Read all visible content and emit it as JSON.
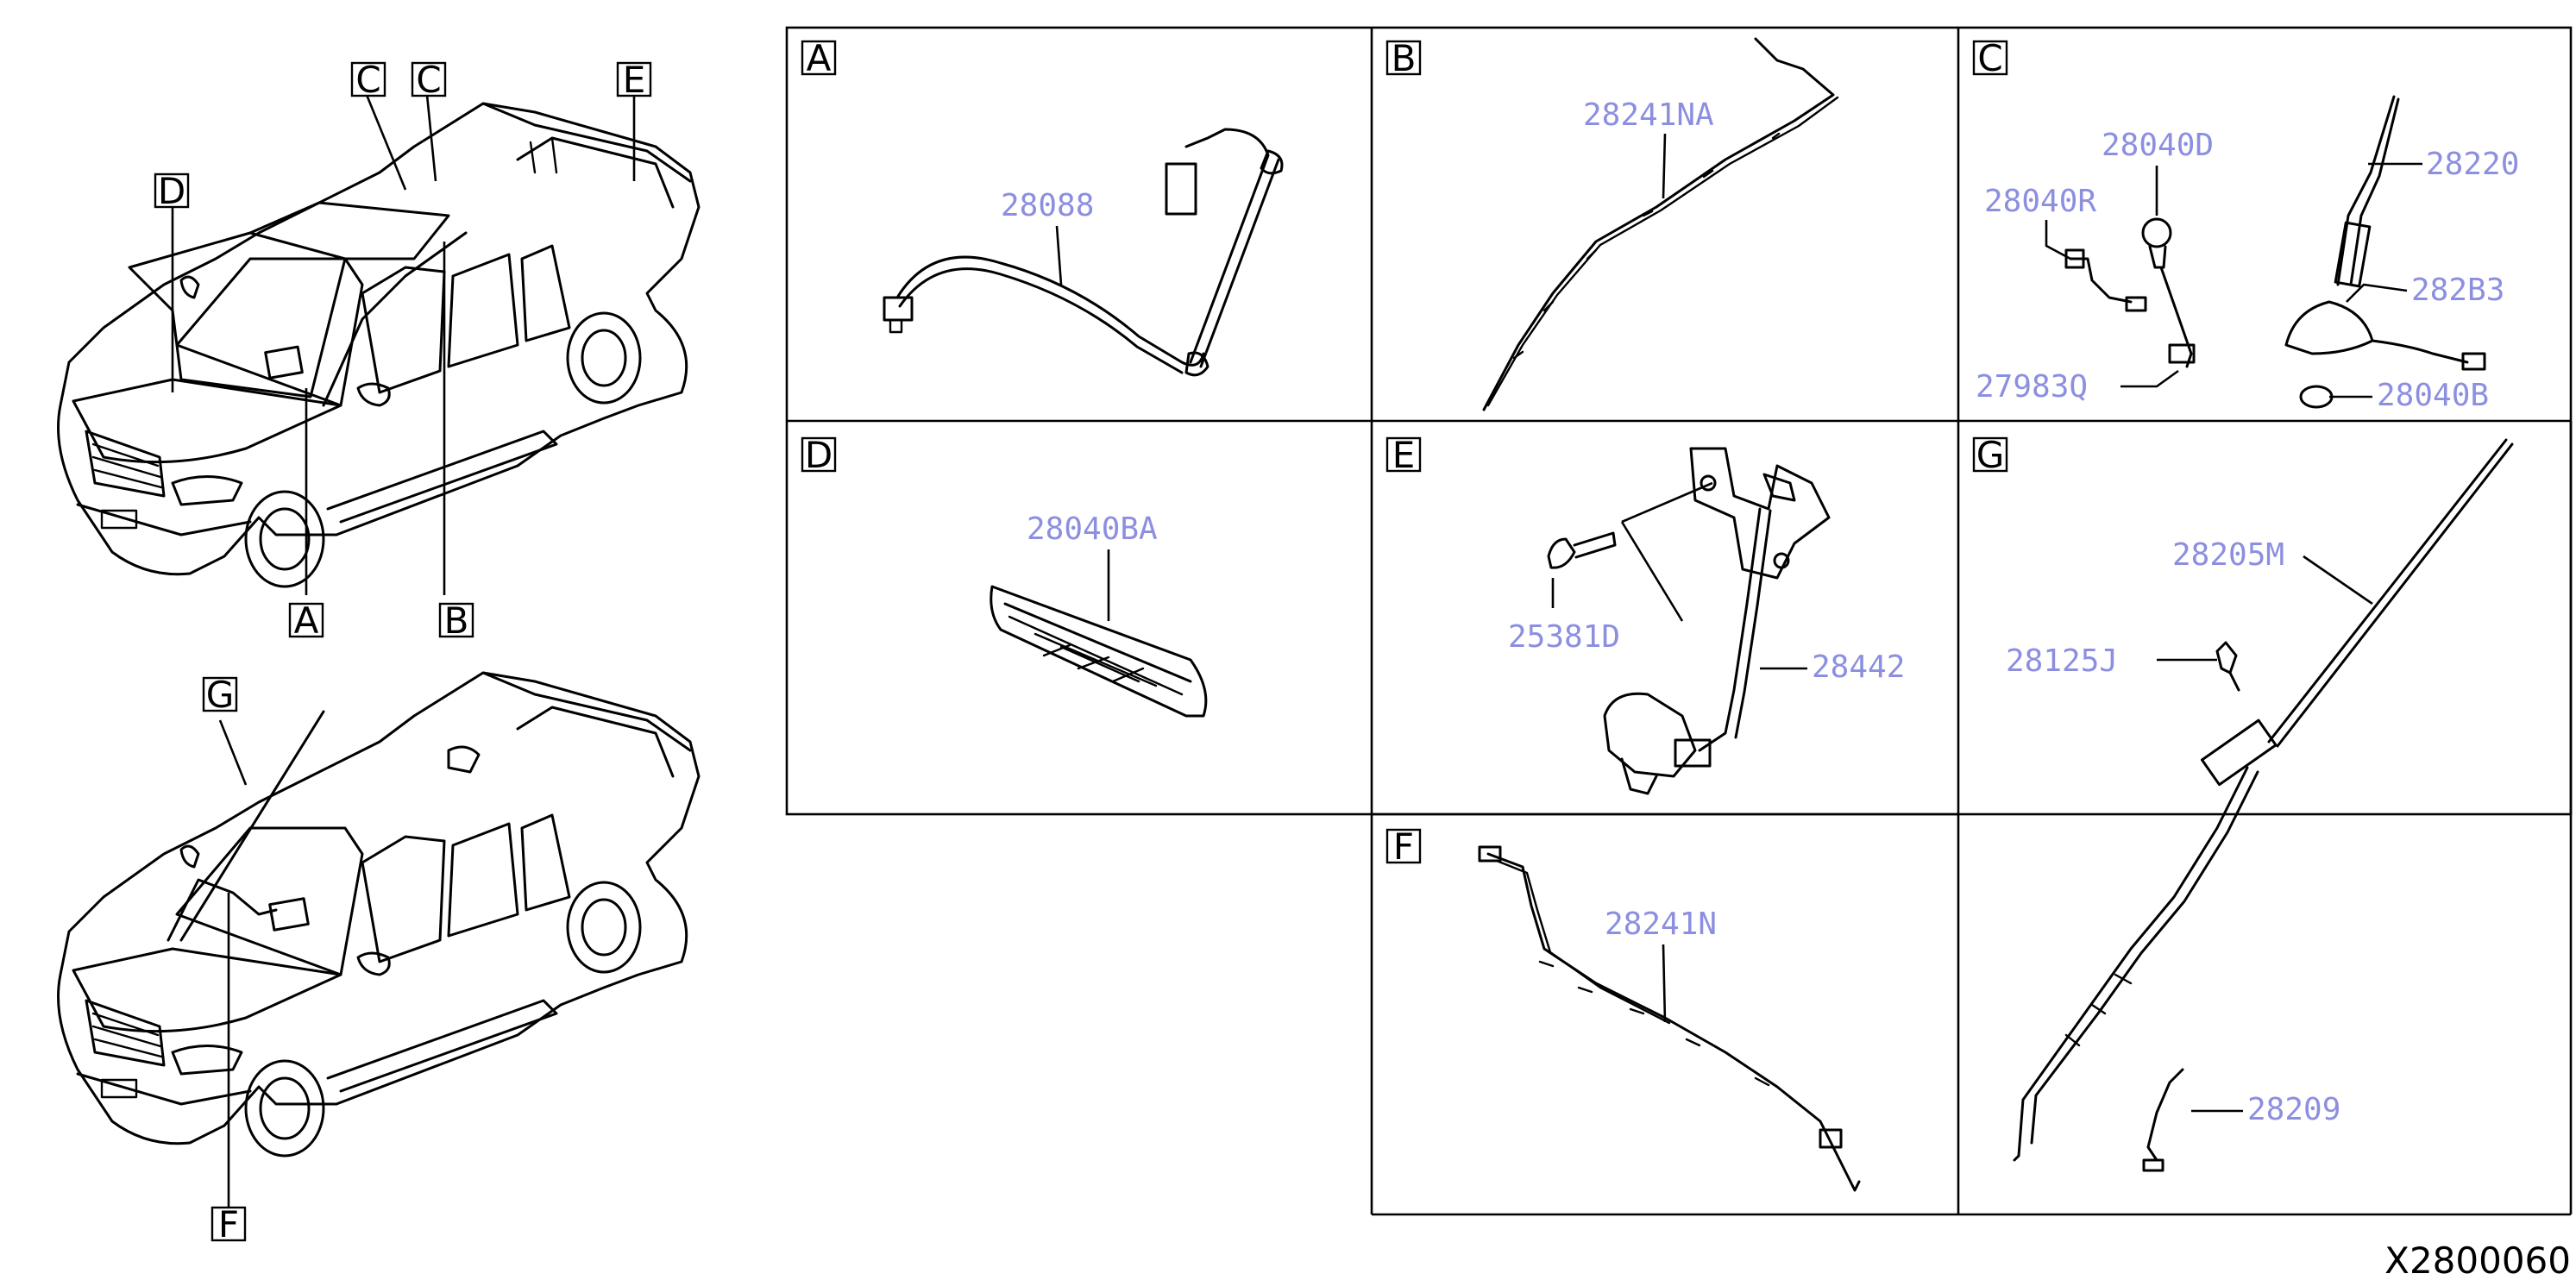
{
  "drawing_id": "X2800060",
  "callouts": {
    "A": "A",
    "B": "B",
    "C": "C",
    "D": "D",
    "E": "E",
    "F": "F",
    "G": "G"
  },
  "panels": {
    "A": {
      "label": "A",
      "parts": [
        "28088"
      ]
    },
    "B": {
      "label": "B",
      "parts": [
        "28241NA"
      ]
    },
    "C": {
      "label": "C",
      "parts": [
        "28040D",
        "28220",
        "28040R",
        "282B3",
        "27983Q",
        "28040B"
      ]
    },
    "D": {
      "label": "D",
      "parts": [
        "28040BA"
      ]
    },
    "E": {
      "label": "E",
      "parts": [
        "25381D",
        "28442"
      ]
    },
    "F": {
      "label": "F",
      "parts": [
        "28241N"
      ]
    },
    "G": {
      "label": "G",
      "parts": [
        "28205M",
        "28125J",
        "28209"
      ]
    }
  },
  "colors": {
    "part_number": "#8c8fe0",
    "line": "#000000"
  }
}
